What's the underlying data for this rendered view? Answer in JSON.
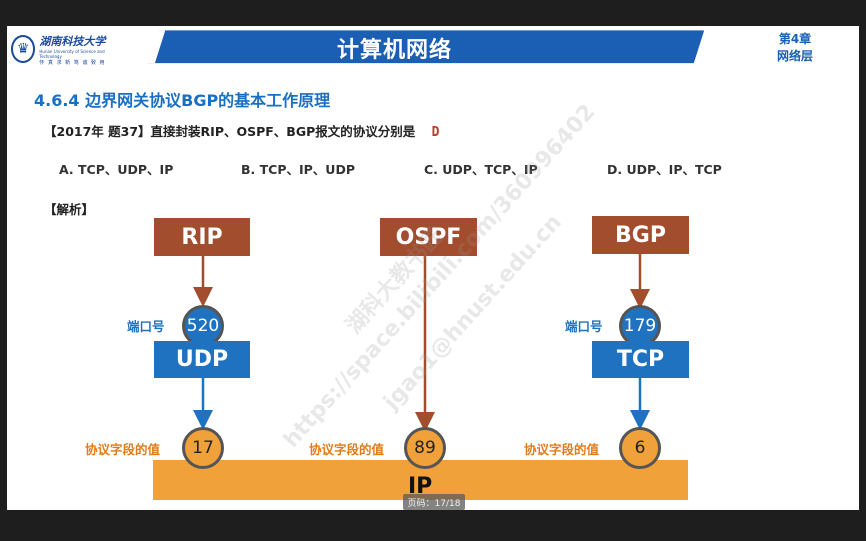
{
  "header": {
    "logo_cn": "湖南科技大学",
    "logo_en": "Hunan University of Science and Technology",
    "logo_motto": "怀 真 求 新  笃 诚 致 用",
    "course_title": "计算机网络",
    "chapter_line1": "第4章",
    "chapter_line2": "网络层",
    "band_color": "#1a5fb4"
  },
  "section_title": "4.6.4 边界网关协议BGP的基本工作原理",
  "question": {
    "text": "【2017年 题37】直接封装RIP、OSPF、BGP报文的协议分别是",
    "answer": "D",
    "options": [
      "A. TCP、UDP、IP",
      "B. TCP、IP、UDP",
      "C. UDP、TCP、IP",
      "D. UDP、IP、TCP"
    ]
  },
  "analysis_label": "【解析】",
  "diagram": {
    "routing_protocols": [
      "RIP",
      "OSPF",
      "BGP"
    ],
    "transports": [
      "UDP",
      "TCP"
    ],
    "port_label": "端口号",
    "ports": [
      "520",
      "179"
    ],
    "field_label": "协议字段的值",
    "field_values": [
      "17",
      "89",
      "6"
    ],
    "ip_label": "IP",
    "colors": {
      "routing": "#a24e2e",
      "transport": "#1f72c0",
      "ip": "#f0a13a"
    }
  },
  "watermarks": [
    "湖科大教书匠",
    "https://space.bilibili.com/360996402",
    "jgao1@hnust.edu.cn"
  ],
  "page_indicator": "页码：17/18"
}
